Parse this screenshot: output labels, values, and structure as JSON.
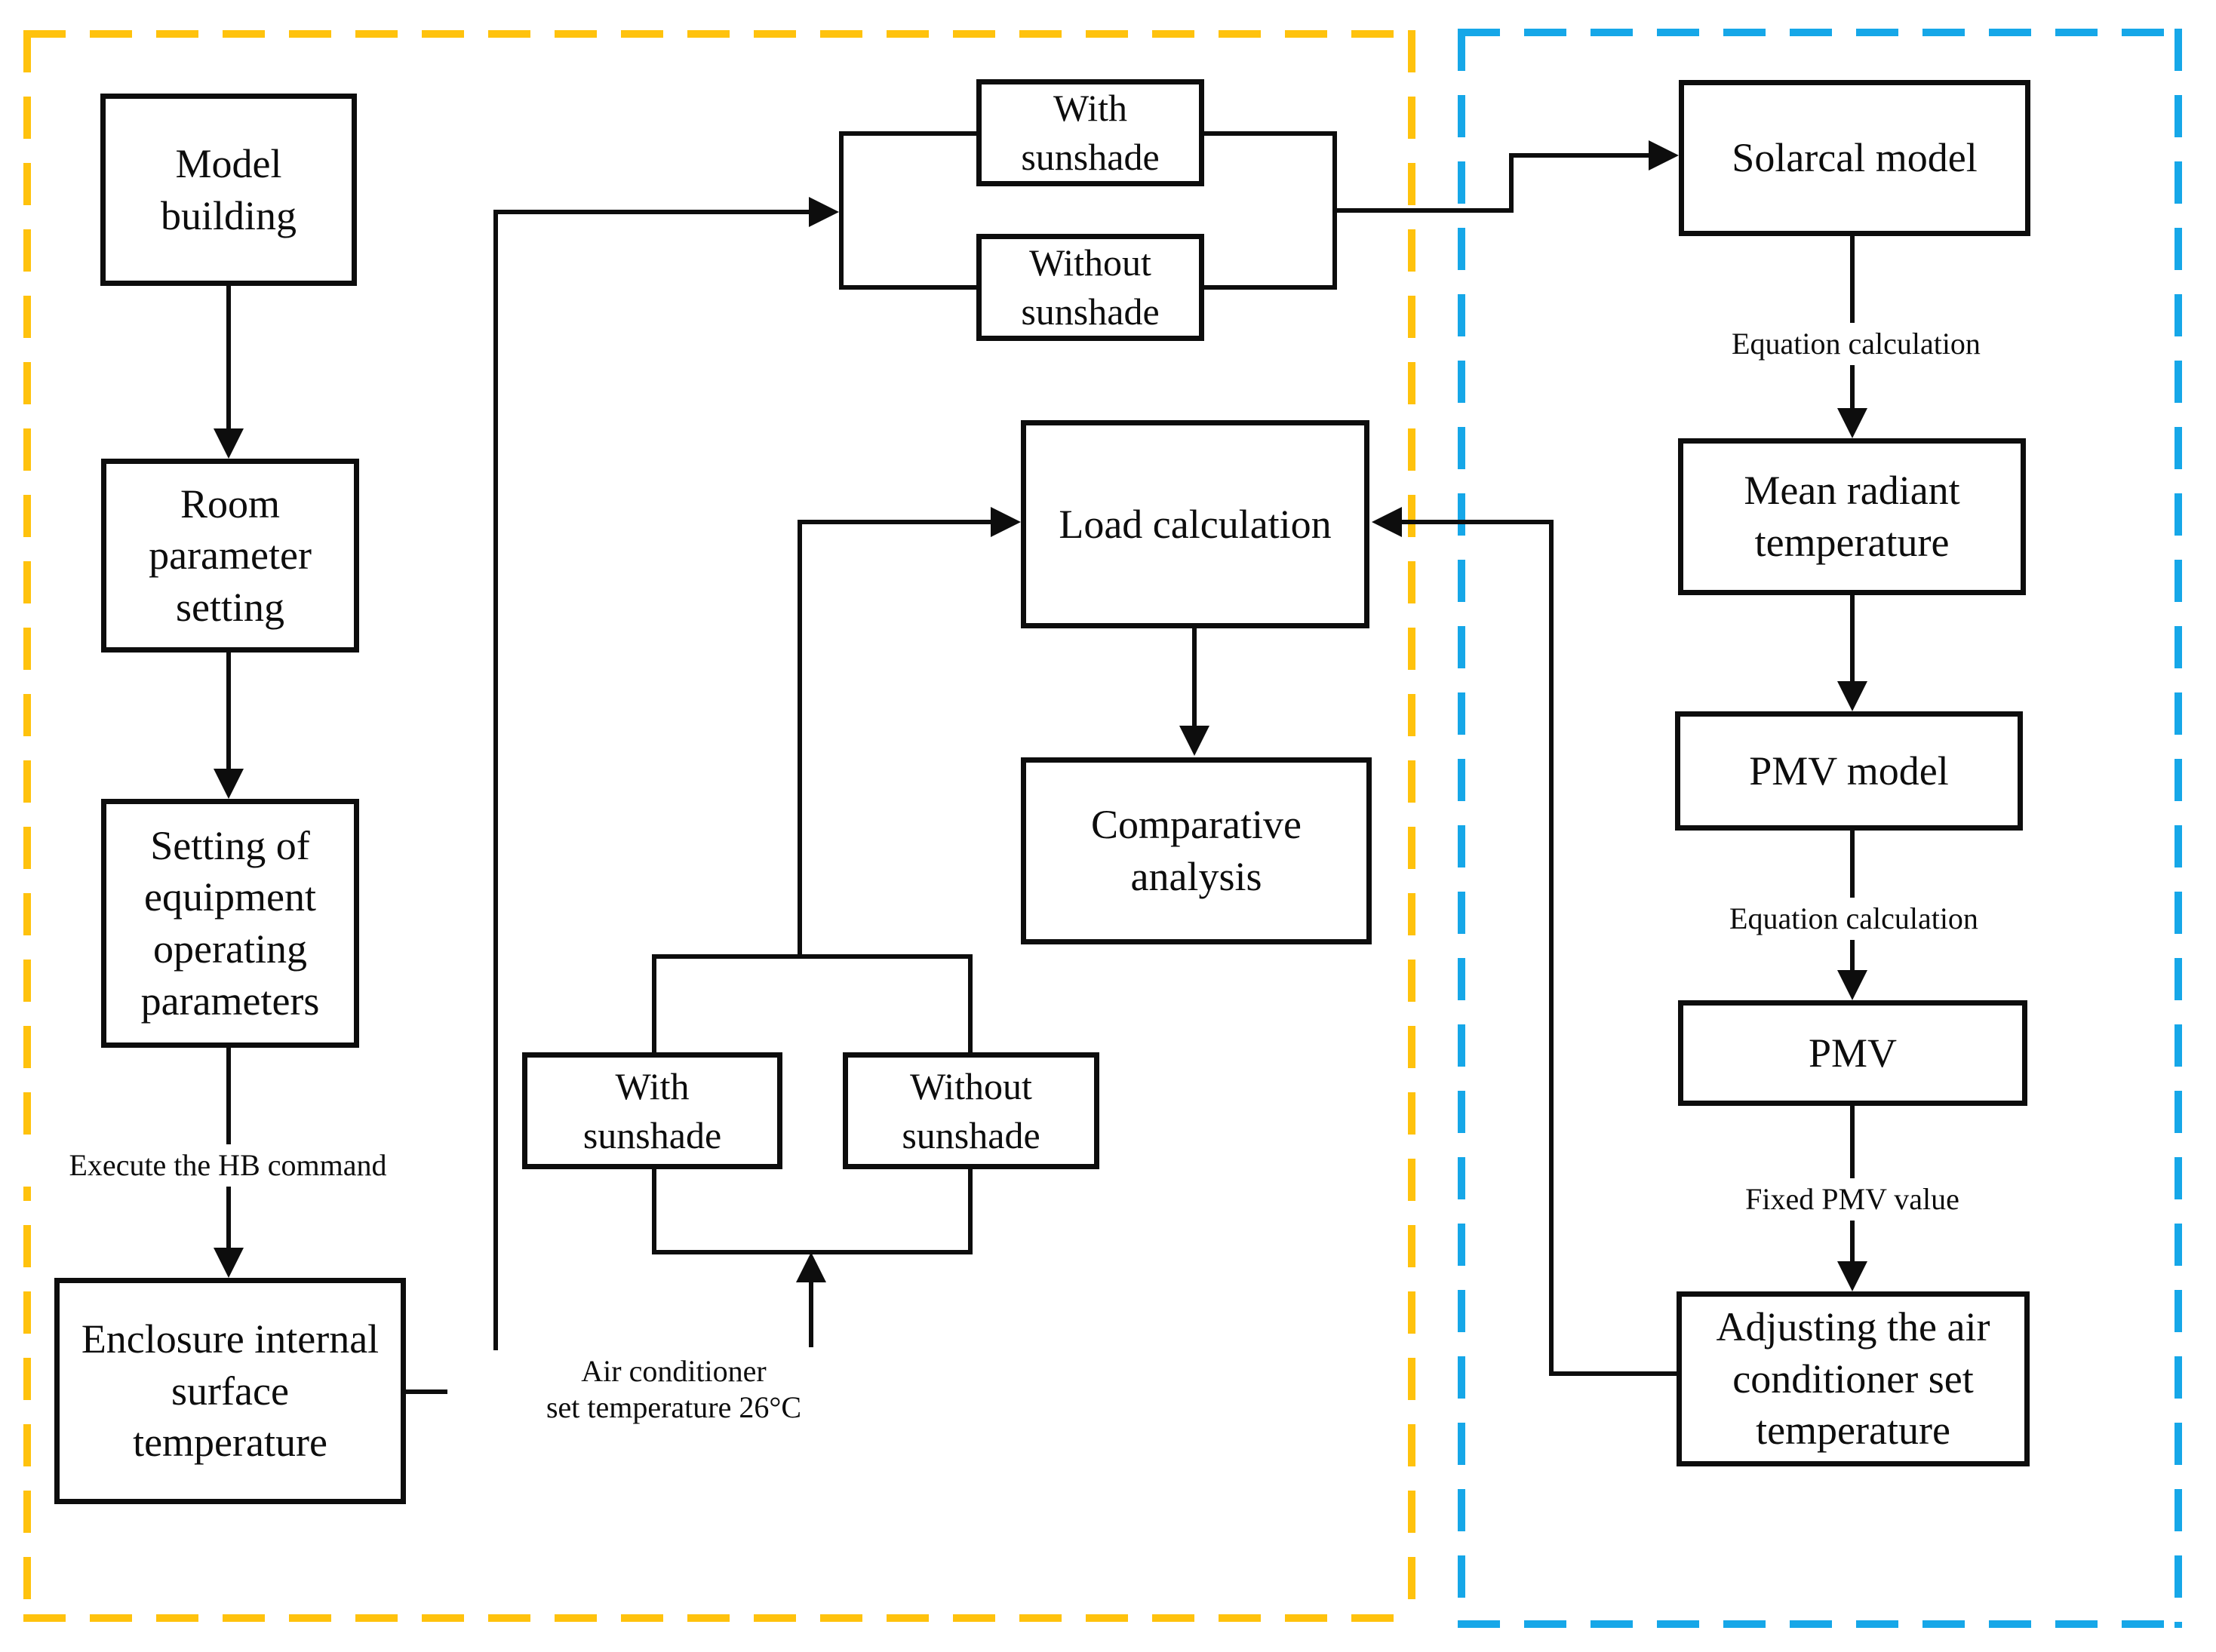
{
  "colors": {
    "left_region_border": "#FFC20D",
    "right_region_border": "#16A7E8",
    "line": "#0D0D0D",
    "background": "#FFFFFF"
  },
  "nodes": {
    "model_building": {
      "label": "Model building"
    },
    "room_parameter_setting": {
      "label": "Room parameter setting"
    },
    "equipment_operating_parameters": {
      "label": "Setting of equipment operating parameters"
    },
    "enclosure_internal_surface_temperature": {
      "label": "Enclosure internal surface temperature"
    },
    "with_sunshade_top": {
      "label": "With sunshade"
    },
    "without_sunshade_top": {
      "label": "Without sunshade"
    },
    "load_calculation": {
      "label": "Load calculation"
    },
    "comparative_analysis": {
      "label": "Comparative analysis"
    },
    "with_sunshade_bottom": {
      "label": "With sunshade"
    },
    "without_sunshade_bottom": {
      "label": "Without sunshade"
    },
    "solarcal_model": {
      "label": "Solarcal model"
    },
    "mean_radiant_temperature": {
      "label": "Mean radiant temperature"
    },
    "pmv_model": {
      "label": "PMV model"
    },
    "pmv": {
      "label": "PMV"
    },
    "adjusting_ac_set_temperature": {
      "label": "Adjusting the air conditioner set temperature"
    }
  },
  "edge_labels": {
    "execute_hb_command": "Execute the HB command",
    "equation_calculation_top": "Equation calculation",
    "equation_calculation_bottom": "Equation calculation",
    "fixed_pmv_value": "Fixed PMV value",
    "ac_set_temp_line1": "Air conditioner",
    "ac_set_temp_line2": "set temperature 26°C"
  }
}
